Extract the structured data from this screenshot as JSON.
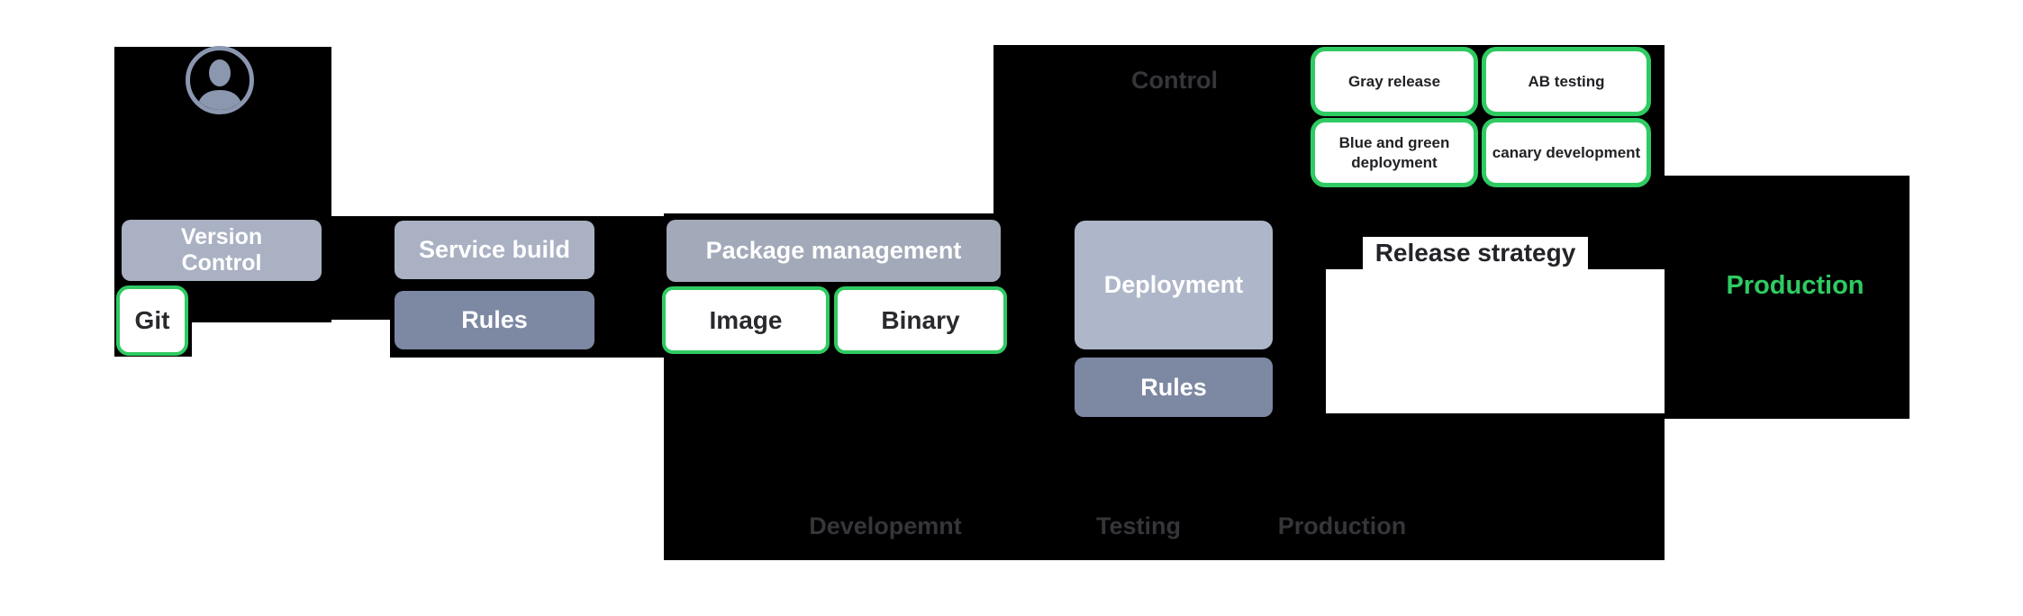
{
  "stages": {
    "version_control": "Version Control",
    "git": "Git",
    "service_build": "Service build",
    "build_rules": "Rules",
    "package_management": "Package management",
    "image": "Image",
    "binary": "Binary",
    "deployment": "Deployment",
    "deployment_rules": "Rules",
    "release_strategy": "Release strategy",
    "production": "Production"
  },
  "control": {
    "label": "Control",
    "strategies": [
      "Gray release",
      "AB testing",
      "Blue and green deployment",
      "canary development"
    ]
  },
  "environments": [
    "Developemnt",
    "Testing",
    "Production"
  ],
  "icons": {
    "avatar": "user-avatar"
  },
  "colors": {
    "accent_green": "#2fcb62",
    "node_light_gray": "#a9b1c3",
    "node_dark_gray": "#7d88a3",
    "panel_black": "#000000",
    "ghost_label_gray": "#35353a",
    "node_text": "#ffffff",
    "chip_text": "#2a2a2e"
  }
}
